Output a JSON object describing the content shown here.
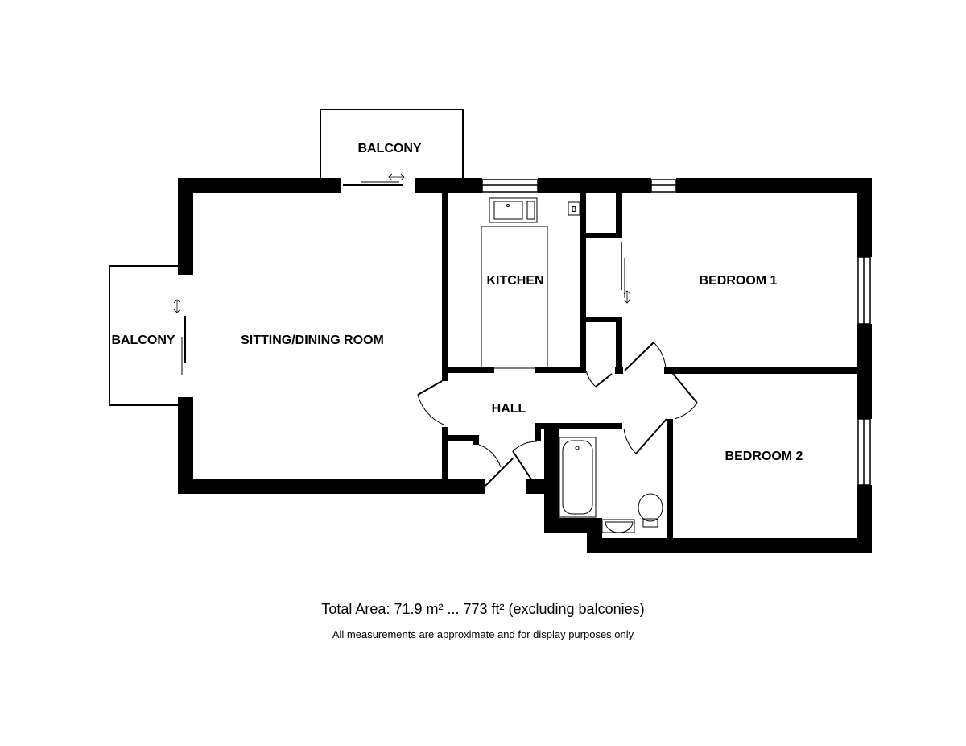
{
  "rooms": {
    "balcony_top": "BALCONY",
    "balcony_left": "BALCONY",
    "sitting_dining": "SITTING/DINING ROOM",
    "kitchen": "KITCHEN",
    "bedroom1": "BEDROOM 1",
    "bedroom2": "BEDROOM 2",
    "hall": "HALL",
    "boiler": "B"
  },
  "footer": {
    "total_area": "Total Area: 71.9 m² ... 773 ft² (excluding balconies)",
    "disclaimer": "All measurements are approximate and for display purposes only"
  },
  "colors": {
    "wall": "#000000",
    "background": "#ffffff"
  }
}
